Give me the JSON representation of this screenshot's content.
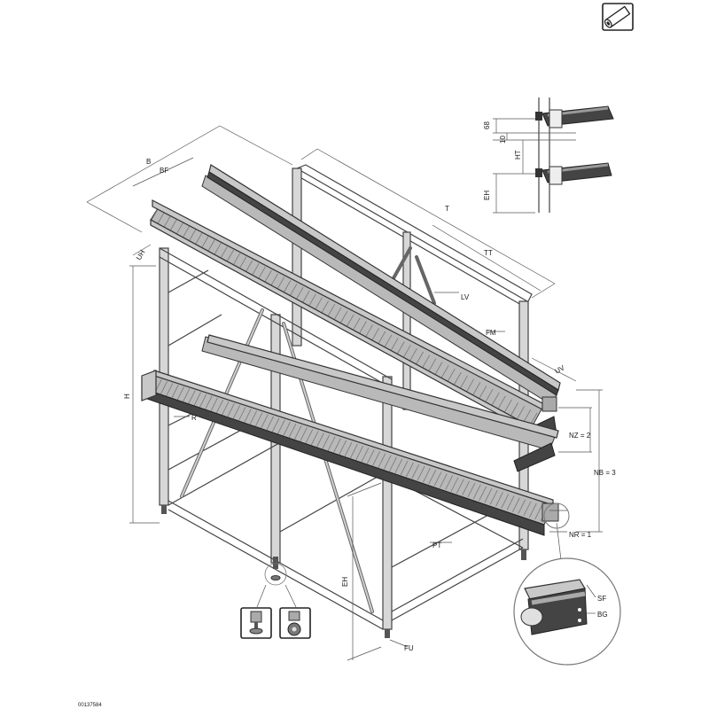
{
  "document_id": "00137584",
  "icons": {
    "profile": "tube-profile-icon",
    "foot": "leveling-foot-icon",
    "caster": "caster-wheel-icon"
  },
  "labels": {
    "B": "B",
    "BF": "BF",
    "UH": "UH",
    "H": "H",
    "R": "R",
    "T": "T",
    "TT": "TT",
    "LV": "LV",
    "FM": "FM",
    "UV": "UV",
    "NZ": "NZ = 2",
    "NB": "NB = 3",
    "NR": "NR = 1",
    "PT": "PT",
    "EH_main": "EH",
    "FU": "FU",
    "SF": "SF",
    "BG": "BG",
    "d68": "68",
    "d10": "10",
    "HT": "HT",
    "EH_detail": "EH"
  }
}
